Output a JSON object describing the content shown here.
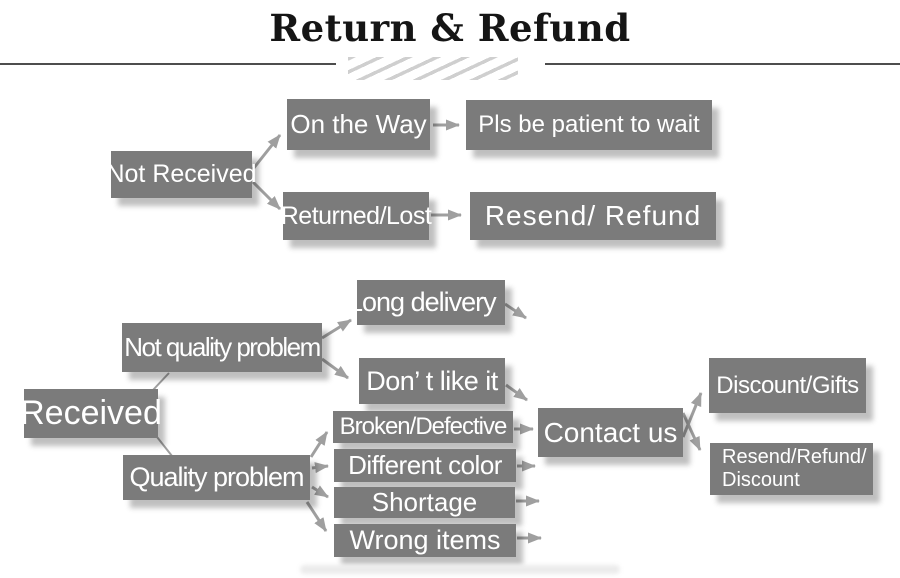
{
  "title": "Return & Refund",
  "nodes": {
    "not_received": "Not Received",
    "on_the_way": "On the Way",
    "pls_be_patient": "Pls be patient to wait",
    "returned_lost": "Returned/Lost",
    "resend_refund": "Resend/ Refund",
    "received": "Received",
    "not_quality_problem": "Not quality problem",
    "long_delivery": "Long delivery",
    "dont_like_it": "Don’ t like it",
    "quality_problem": "Quality problem",
    "broken_defective": "Broken/Defective",
    "different_color": "Different color",
    "shortage": "Shortage",
    "wrong_items": "Wrong items",
    "contact_us": "Contact us",
    "discount_gifts": "Discount/Gifts",
    "resend_refund_discount": [
      "Resend/Refund/",
      "Discount"
    ]
  },
  "edges": [
    {
      "from": "Not Received",
      "to": "On the Way"
    },
    {
      "from": "Not Received",
      "to": "Returned/Lost"
    },
    {
      "from": "On the Way",
      "to": "Pls be patient to wait"
    },
    {
      "from": "Returned/Lost",
      "to": "Resend/ Refund"
    },
    {
      "from": "Received",
      "to": "Not quality problem"
    },
    {
      "from": "Received",
      "to": "Quality problem"
    },
    {
      "from": "Not quality problem",
      "to": "Long delivery"
    },
    {
      "from": "Not quality problem",
      "to": "Don’ t like it"
    },
    {
      "from": "Long delivery",
      "to": "Contact us"
    },
    {
      "from": "Don’ t like it",
      "to": "Contact us"
    },
    {
      "from": "Quality problem",
      "to": "Broken/Defective"
    },
    {
      "from": "Quality problem",
      "to": "Different color"
    },
    {
      "from": "Quality problem",
      "to": "Shortage"
    },
    {
      "from": "Quality problem",
      "to": "Wrong items"
    },
    {
      "from": "Broken/Defective",
      "to": "Contact us"
    },
    {
      "from": "Different color",
      "to": "Contact us"
    },
    {
      "from": "Shortage",
      "to": "Contact us"
    },
    {
      "from": "Wrong items",
      "to": "Contact us"
    },
    {
      "from": "Contact us",
      "to": "Discount/Gifts"
    },
    {
      "from": "Contact us",
      "to": "Resend/Refund/Discount"
    }
  ],
  "colors": {
    "box": "#7b7b7b",
    "box_text": "#ffffff",
    "arrow": "#9f9f9f",
    "title_text": "#151515",
    "rule": "#4d4d4d",
    "hatch": "#cfcfcf",
    "background": "#ffffff"
  }
}
